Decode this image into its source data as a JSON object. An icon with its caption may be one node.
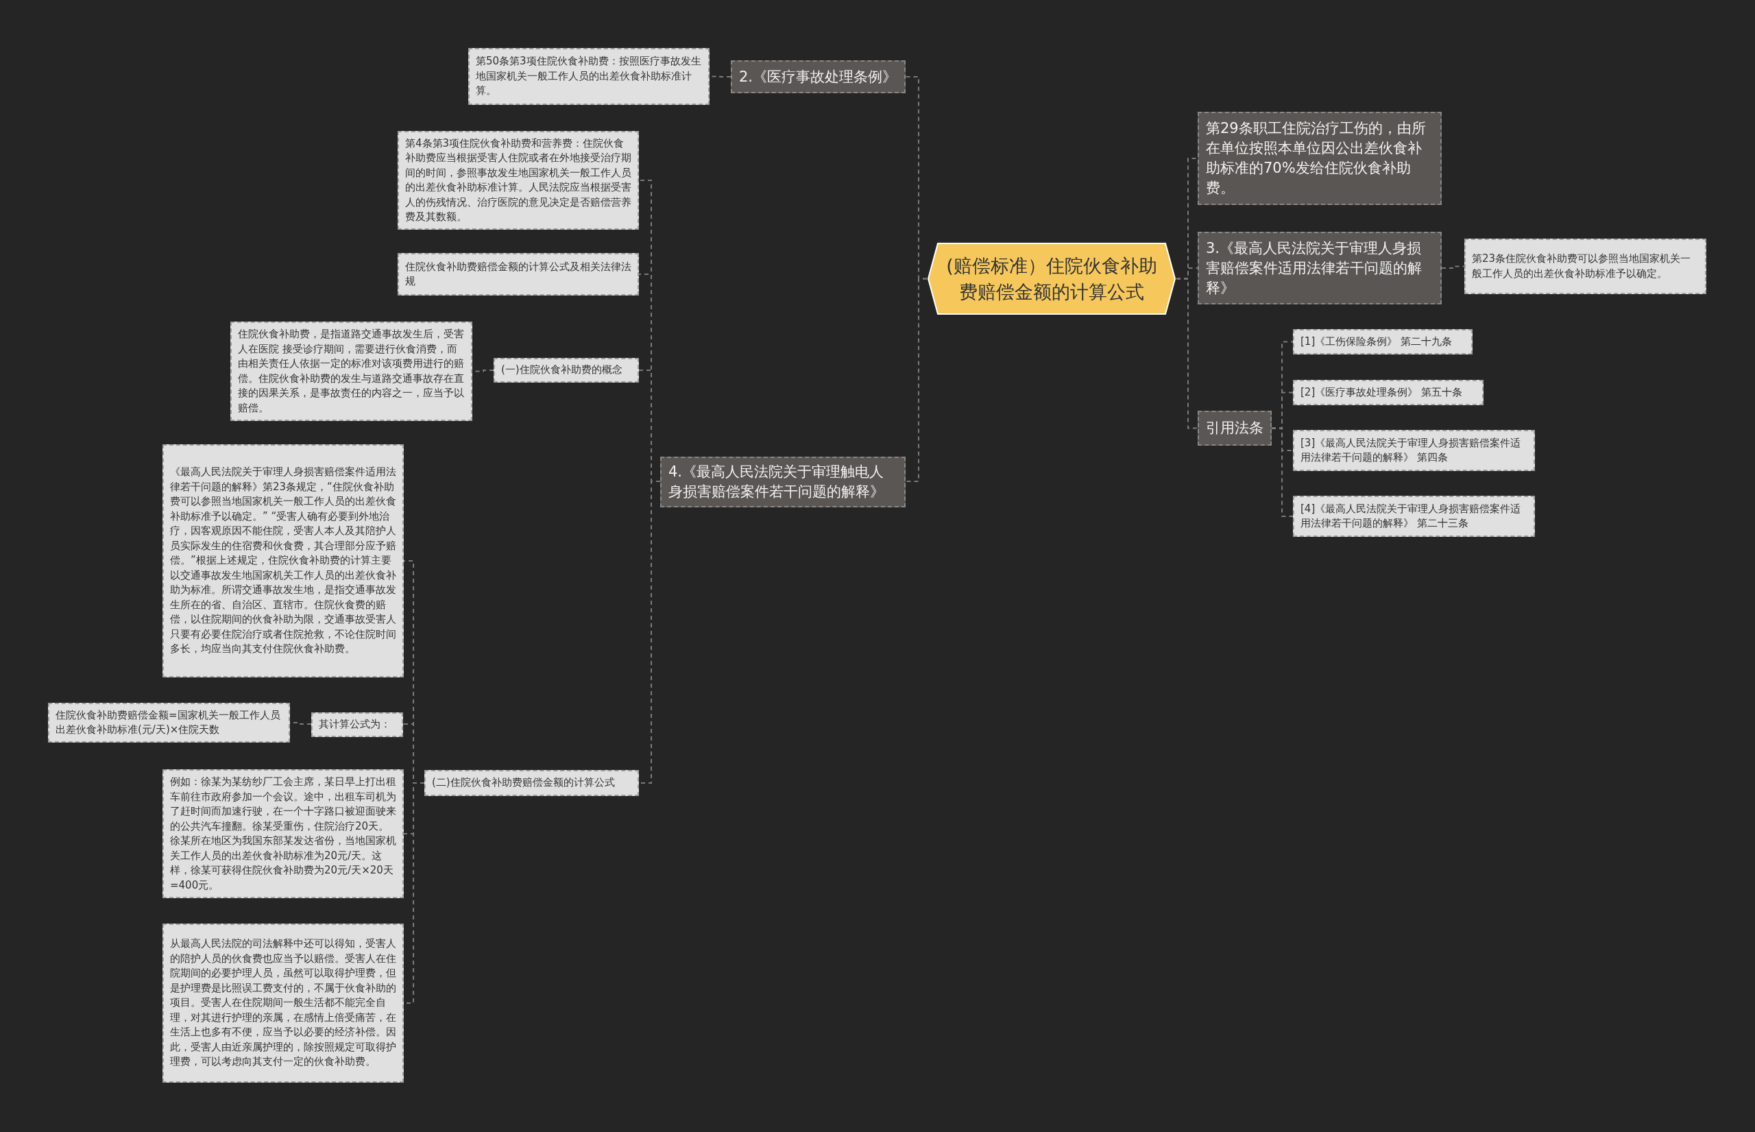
{
  "diagram": {
    "nodes": [
      {
        "text": [
          "(赔偿标准）住院伙食补助费赔偿金额的计算公式"
        ]
      },
      {
        "text": [
          "第29条职工住院治疗工伤的，由所在单位按照本单位因公出差伙食补助标准的70%发给住院伙食补助费。"
        ]
      },
      {
        "text": [
          "3.《最高人民法院关于审理人身损害赔偿案件适用法律若干问题的解释》"
        ]
      },
      {
        "text": [
          "第23条住院伙食补助费可以参照当地国家机关一般工作人员的出差伙食补助标准予以确定。"
        ]
      },
      {
        "text": [
          "引用法条"
        ]
      },
      {
        "text": [
          "[1]《工伤保险条例》 第二十九条"
        ]
      },
      {
        "text": [
          "[2]《医疗事故处理条例》 第五十条"
        ]
      },
      {
        "text": [
          "[3]《最高人民法院关于审理人身损害赔偿案件适用法律若干问题的解释》 第四条"
        ]
      },
      {
        "text": [
          "[4]《最高人民法院关于审理人身损害赔偿案件适用法律若干问题的解释》 第二十三条"
        ]
      },
      {
        "text": [
          "2.《医疗事故处理条例》"
        ]
      },
      {
        "text": [
          "第50条第3项住院伙食补助费：按照医疗事故发生地国家机关一般工作人员的出差伙食补助标准计算。"
        ]
      },
      {
        "text": [
          "4.《最高人民法院关于审理触电人身损害赔偿案件若干问题的解释》"
        ]
      },
      {
        "text": [
          "第4条第3项住院伙食补助费和营养费：住院伙食补助费应当根据受害人住院或者在外地接受治疗期间的时间，参照事故发生地国家机关一般工作人员的出差伙食补助标准计算。人民法院应当根据受害人的伤残情况、治疗医院的意见决定是否赔偿营养费及其数额。"
        ]
      },
      {
        "text": [
          "住院伙食补助费赔偿金额的计算公式及相关法律法规"
        ]
      },
      {
        "text": [
          "(一)住院伙食补助费的概念"
        ]
      },
      {
        "text": [
          "住院伙食补助费，是指道路交通事故发生后，受害人在医院 接受诊疗期间，需要进行伙食消费，而由相关责任人依据一定的标准对该项费用进行的赔偿。住院伙食补助费的发生与道路交通事故存在直接的因果关系，是事故责任的内容之一，应当予以赔偿。"
        ]
      },
      {
        "text": [
          "(二)住院伙食补助费赔偿金额的计算公式"
        ]
      },
      {
        "text": [
          "《最高人民法院关于审理人身损害赔偿案件适用法律若干问题的解释》第23条规定，“住院伙食补助费可以参照当地国家机关一般工作人员的出差伙食补助标准予以确定。” “受害人确有必要到外地治疗，因客观原因不能住院，受害人本人及其陪护人员实际发生的住宿费和伙食费，其合理部分应予赔偿。”根据上述规定，住院伙食补助费的计算主要以交通事故发生地国家机关工作人员的出差伙食补助为标准。所谓交通事故发生地，是指交通事故发生所在的省、自治区、直辖市。住院伙食费的赔偿，以住院期间的伙食补助为限，交通事故受害人只要有必要住院治疗或者住院抢救，不论住院时间多长，均应当向其支付住院伙食补助费。"
        ]
      },
      {
        "text": [
          "其计算公式为："
        ]
      },
      {
        "text": [
          "住院伙食补助费赔偿金额=国家机关一般工作人员出差伙食补助标准(元/天)×住院天数"
        ]
      },
      {
        "text": [
          "例如：徐某为某纺纱厂工会主席，某日早上打出租车前往市政府参加一个会议。途中，出租车司机为了赶时间而加速行驶，在一个十字路口被迎面驶来的公共汽车撞翻。徐某受重伤，住院治疗20天。徐某所在地区为我国东部某发达省份，当地国家机关工作人员的出差伙食补助标准为20元/天。这样，徐某可获得住院伙食补助费为20元/天×20天=400元。"
        ]
      },
      {
        "text": [
          "从最高人民法院的司法解释中还可以得知，受害人的陪护人员的伙食费也应当予以赔偿。受害人在住院期间的必要护理人员，虽然可以取得护理费，但是护理费是比照误工费支付的，不属于伙食补助的项目。受害人在住院期间一般生活都不能完全自理，对其进行护理的亲属，在感情上倍受痛苦，在生活上也多有不便，应当予以必要的经济补偿。因此，受害人由近亲属护理的，除按照规定可取得护理费，可以考虑向其支付一定的伙食补助费。"
        ]
      }
    ],
    "edges": [
      {
        "from": 0,
        "to": 1,
        "arrow": "none"
      },
      {
        "from": 0,
        "to": 2,
        "arrow": "none"
      },
      {
        "from": 2,
        "to": 3,
        "arrow": "none"
      },
      {
        "from": 0,
        "to": 4,
        "arrow": "none"
      },
      {
        "from": 4,
        "to": 5,
        "arrow": "none"
      },
      {
        "from": 4,
        "to": 6,
        "arrow": "none"
      },
      {
        "from": 4,
        "to": 7,
        "arrow": "none"
      },
      {
        "from": 4,
        "to": 8,
        "arrow": "none"
      },
      {
        "from": 0,
        "to": 9,
        "arrow": "none"
      },
      {
        "from": 9,
        "to": 10,
        "arrow": "none"
      },
      {
        "from": 0,
        "to": 11,
        "arrow": "none"
      },
      {
        "from": 11,
        "to": 12,
        "arrow": "none"
      },
      {
        "from": 11,
        "to": 13,
        "arrow": "none"
      },
      {
        "from": 11,
        "to": 14,
        "arrow": "none"
      },
      {
        "from": 14,
        "to": 15,
        "arrow": "none"
      },
      {
        "from": 11,
        "to": 16,
        "arrow": "none"
      },
      {
        "from": 16,
        "to": 17,
        "arrow": "none"
      },
      {
        "from": 16,
        "to": 18,
        "arrow": "none"
      },
      {
        "from": 18,
        "to": 19,
        "arrow": "none"
      },
      {
        "from": 16,
        "to": 20,
        "arrow": "none"
      },
      {
        "from": 16,
        "to": 21,
        "arrow": "none"
      }
    ]
  }
}
